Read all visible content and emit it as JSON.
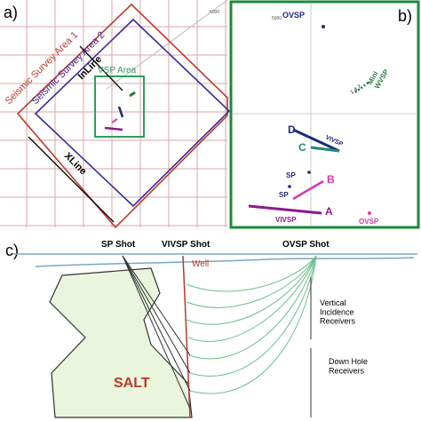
{
  "panel_a": {
    "label": "a)",
    "survey1": "Seismic Survey Area 1",
    "survey2": "Seismic Survey Area 2",
    "inline": "InLine",
    "xline": "XLine",
    "vsp_area": "VSP Area",
    "scale_text": "5000"
  },
  "panel_b": {
    "label": "b)",
    "ovsp_top": "OVSP",
    "scale_text": "5000",
    "mini_wvsp": "Mini\nWVSP",
    "wvsp_numbers": "1  4  7",
    "letter_d": "D",
    "letter_c": "C",
    "vivsp_upper": "VIVSP",
    "sp_upper": "SP",
    "sp_lower": "SP",
    "letter_b": "B",
    "vivsp_lower": "VIVSP",
    "letter_a": "A",
    "ovsp_bottom": "OVSP"
  },
  "panel_c": {
    "label": "c)",
    "sp_shot": "SP Shot",
    "vivsp_shot": "VIVSP Shot",
    "ovsp_shot": "OVSP Shot",
    "well": "Well",
    "vertical_receivers": "Vertical\nIncidence\nReceivers",
    "downhole_receivers": "Down Hole\nReceivers",
    "salt": "SALT"
  },
  "colors": {
    "grid_red": "#d9a7a7",
    "survey1": "#c0392b",
    "survey2": "#3b2a9a",
    "vsp_green": "#2e9e5b",
    "panel_b_border": "#1a8a3a",
    "purple": "#8b1a8b",
    "magenta": "#d63aa8",
    "navy": "#1f2a7a",
    "teal": "#1f8a78",
    "salt_fill": "#eaf5dd",
    "water": "#7aa7c7",
    "well_red": "#b83a2a",
    "ray_green": "#6cc08a"
  }
}
